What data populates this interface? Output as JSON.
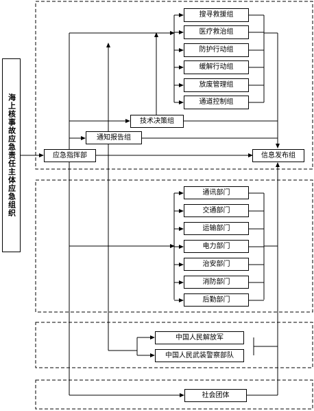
{
  "main_entity": "海上核事故应急责任主体应急组织",
  "command": "应急指挥部",
  "info_release": "信息发布组",
  "notify": "通知报告组",
  "tech": "技术决策组",
  "groups": [
    "搜寻救援组",
    "医疗救治组",
    "防护行动组",
    "缓解行动组",
    "放废管理组",
    "通道控制组"
  ],
  "departments": [
    "通讯部门",
    "交通部门",
    "运输部门",
    "电力部门",
    "治安部门",
    "消防部门",
    "后勤部门"
  ],
  "military": [
    "中国人民解放军",
    "中国人民武装警察部队"
  ],
  "social": "社会团体"
}
